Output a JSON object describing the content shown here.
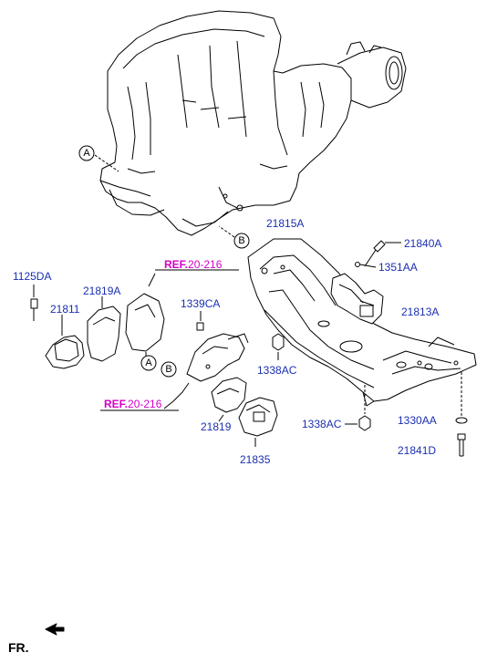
{
  "colors": {
    "part_label": "#1a2fb0",
    "ref_label": "#d400c8",
    "line": "#000000"
  },
  "parts": {
    "p21815A": "21815A",
    "p21840A": "21840A",
    "p1351AA": "1351AA",
    "p21813A": "21813A",
    "p1125DA": "1125DA",
    "p21819A": "21819A",
    "p21811": "21811",
    "p1339CA": "1339CA",
    "p1338AC_a": "1338AC",
    "p1338AC_b": "1338AC",
    "p1330AA": "1330AA",
    "p21841D": "21841D",
    "p21819": "21819",
    "p21835": "21835"
  },
  "refs": {
    "top": {
      "key": "REF.",
      "num": "20-216"
    },
    "bottom": {
      "key": "REF.",
      "num": "20-216"
    }
  },
  "callouts": {
    "a1": "A",
    "b1": "B",
    "a2": "A",
    "b2": "B"
  },
  "direction": {
    "label": "FR."
  }
}
